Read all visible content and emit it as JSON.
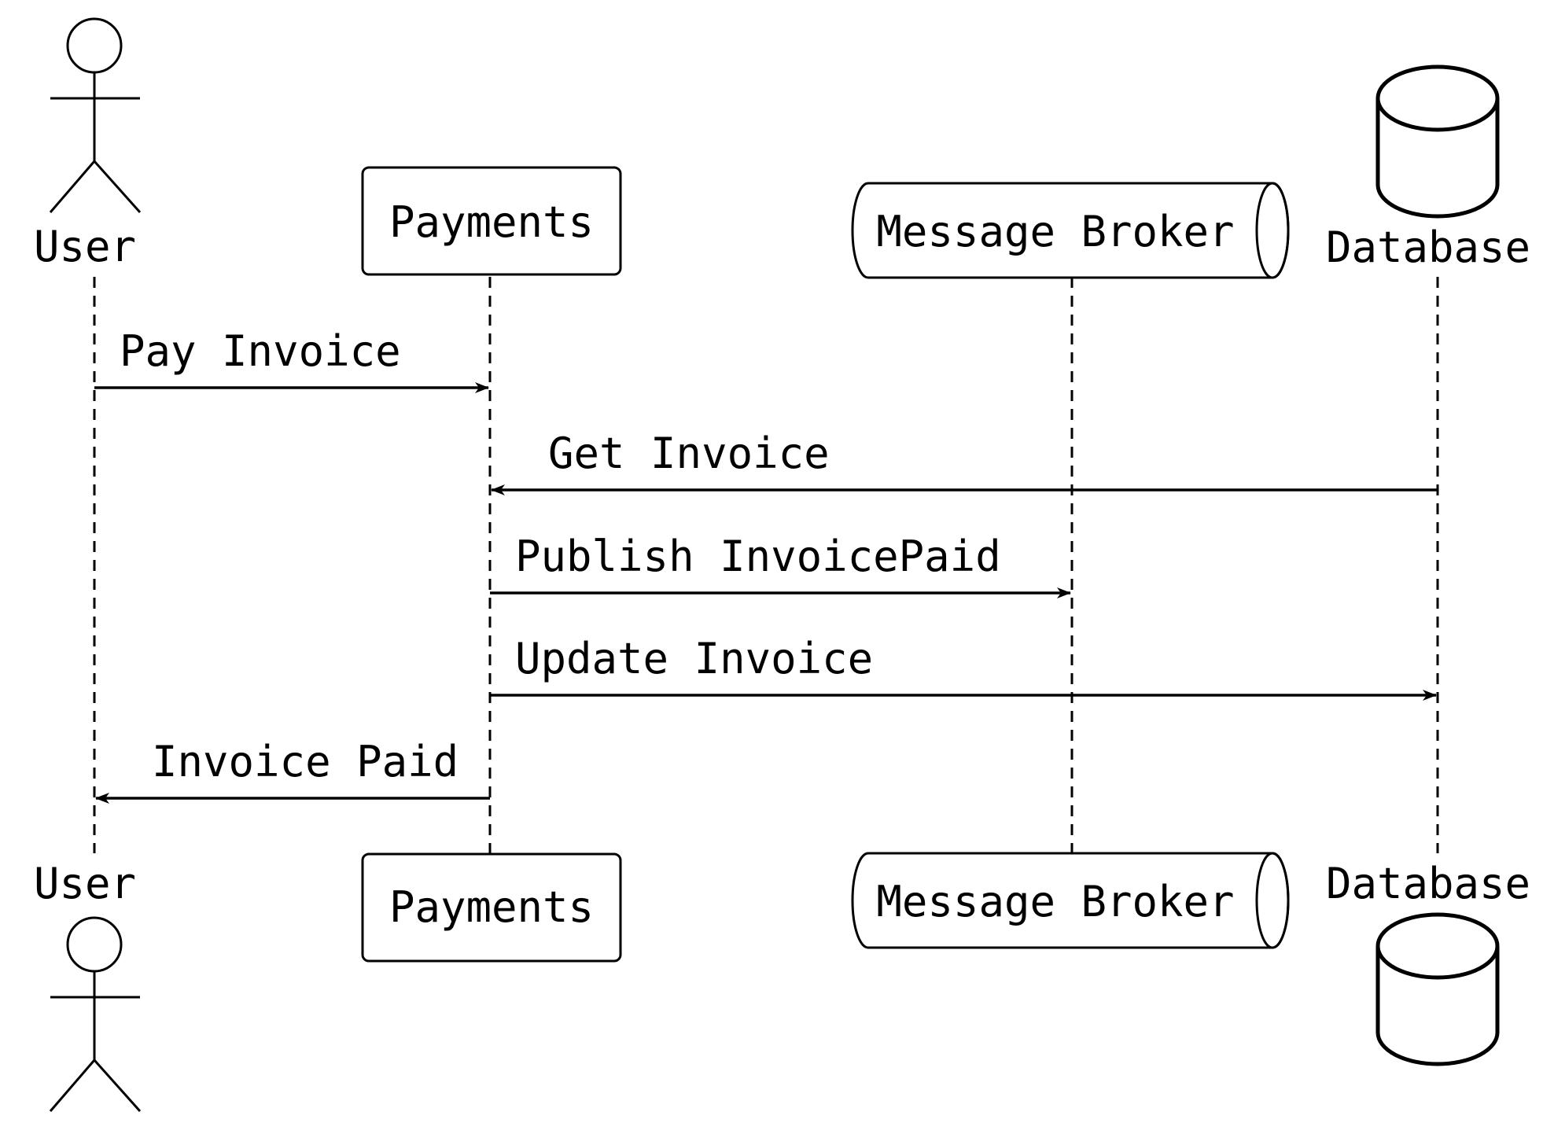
{
  "diagram": {
    "type": "sequence",
    "participants": {
      "user": {
        "name": "User",
        "shape": "actor"
      },
      "payments": {
        "name": "Payments",
        "shape": "box"
      },
      "broker": {
        "name": "Message Broker",
        "shape": "queue"
      },
      "database": {
        "name": "Database",
        "shape": "database"
      }
    },
    "messages": [
      {
        "from": "User",
        "to": "Payments",
        "label": "Pay Invoice"
      },
      {
        "from": "Database",
        "to": "Payments",
        "label": "Get Invoice"
      },
      {
        "from": "Payments",
        "to": "Message Broker",
        "label": "Publish InvoicePaid"
      },
      {
        "from": "Payments",
        "to": "Database",
        "label": "Update Invoice"
      },
      {
        "from": "Payments",
        "to": "User",
        "label": "Invoice Paid"
      }
    ],
    "colors": {
      "line": "#000000",
      "background": "#ffffff"
    }
  }
}
